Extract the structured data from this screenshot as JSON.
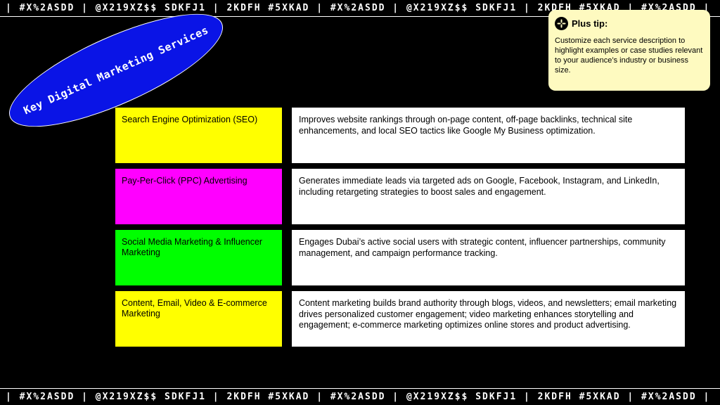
{
  "ticker": {
    "top": "| #X%2ASDD | @X219XZ$$ SDKFJ1 | 2KDFH #5XKAD | #X%2ASDD | @X219XZ$$ SDKFJ1 | 2KDFH #5XKAD | #X%2ASDD |",
    "bottom": "| #X%2ASDD | @X219XZ$$ SDKFJ1 | 2KDFH #5XKAD | #X%2ASDD | @X219XZ$$ SDKFJ1 | 2KDFH #5XKAD | #X%2ASDD |"
  },
  "title": "Key Digital Marketing Services",
  "tip": {
    "icon": "asterisk-icon",
    "title": "Plus tip:",
    "body": "Customize each service description to highlight examples or case studies relevant to your audience’s industry or business size."
  },
  "colors": {
    "background": "#000000",
    "ellipse": "#0a14e6",
    "tip_bg": "#fefac0",
    "row_colors": [
      "#ffff00",
      "#ff00ff",
      "#00ff00",
      "#ffff00"
    ]
  },
  "services": [
    {
      "label": "Search Engine Optimization (SEO)",
      "description": "Improves website rankings through on-page content, off-page backlinks, technical site enhancements, and local SEO tactics like Google My Business optimization."
    },
    {
      "label": "Pay-Per-Click (PPC) Advertising",
      "description": "Generates immediate leads via targeted ads on Google, Facebook, Instagram, and LinkedIn, including retargeting strategies to boost sales and engagement."
    },
    {
      "label": "Social Media Marketing & Influencer Marketing",
      "description": "Engages Dubai’s active social users with strategic content, influencer partnerships, community management, and campaign performance tracking."
    },
    {
      "label": "Content, Email, Video & E-commerce Marketing",
      "description": "Content marketing builds brand authority through blogs, videos, and newsletters; email marketing drives personalized customer engagement; video marketing enhances storytelling and engagement; e-commerce marketing optimizes online stores and product advertising."
    }
  ]
}
